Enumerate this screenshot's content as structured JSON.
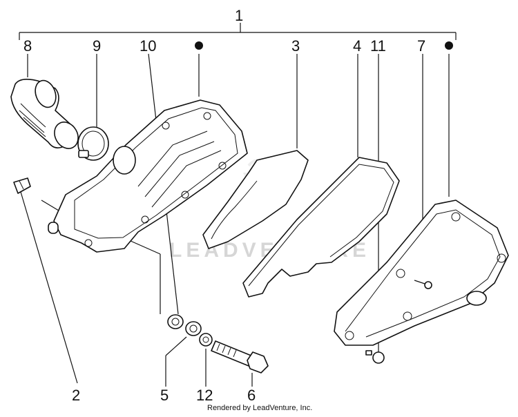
{
  "callouts": {
    "c1": "1",
    "c2": "2",
    "c3": "3",
    "c4": "4",
    "c5": "5",
    "c6": "6",
    "c7": "7",
    "c8": "8",
    "c9": "9",
    "c10": "10",
    "c11": "11",
    "c12": "12"
  },
  "watermark": "LEADVENTURE",
  "credit": "Rendered by LeadVenture, Inc."
}
